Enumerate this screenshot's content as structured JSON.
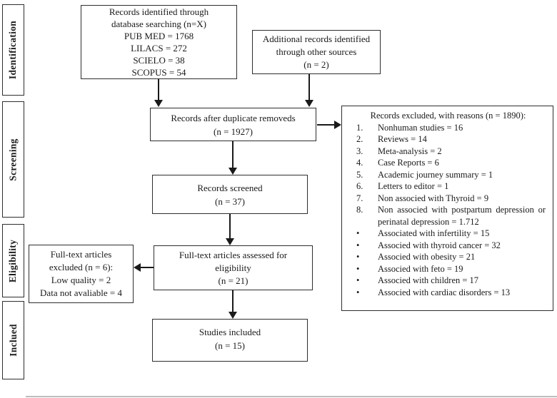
{
  "sidebar": {
    "stages": [
      {
        "label": "Identification"
      },
      {
        "label": "Screening"
      },
      {
        "label": "Eligibility"
      },
      {
        "label": "Inclued"
      }
    ]
  },
  "boxes": {
    "identified": {
      "lines": [
        "Records identified through",
        "database searching (n=X)",
        "PUB MED = 1768",
        "LILACS =  272",
        "SCIELO = 38",
        "SCOPUS = 54"
      ]
    },
    "additional": {
      "line1": "Additional records identified",
      "line2": "through other sources",
      "line3": "(n = 2)"
    },
    "duplicates": {
      "line1": "Records after duplicate removeds",
      "line2": "(n = 1927)"
    },
    "excluded": {
      "title": "Records excluded, with reasons (n = 1890):",
      "items": [
        {
          "marker": "1.",
          "text": "Nonhuman studies = 16"
        },
        {
          "marker": "2.",
          "text": "Reviews = 14"
        },
        {
          "marker": "3.",
          "text": "Meta-analysis = 2"
        },
        {
          "marker": "4.",
          "text": "Case Reports = 6"
        },
        {
          "marker": "5.",
          "text": "Academic journey summary = 1"
        },
        {
          "marker": "6.",
          "text": "Letters to editor = 1"
        },
        {
          "marker": "7.",
          "text": "Non associed with Thyroid = 9"
        },
        {
          "marker": "8.",
          "text": "Non associed with postpartum depression or perinatal depression = 1.712"
        },
        {
          "marker": "•",
          "text": "Associated with infertility = 15"
        },
        {
          "marker": "•",
          "text": "Associed with thyroid cancer = 32"
        },
        {
          "marker": "•",
          "text": "Associed with obesity = 21"
        },
        {
          "marker": "•",
          "text": "Associed with feto = 19"
        },
        {
          "marker": "•",
          "text": "Associed with children = 17"
        },
        {
          "marker": "•",
          "text": "Associed with cardiac disorders = 13"
        }
      ]
    },
    "screened": {
      "line1": "Records screened",
      "line2": "(n = 37)"
    },
    "fulltext": {
      "line1": "Full-text articles assessed for",
      "line2": "eligibility",
      "line3": "(n = 21)"
    },
    "fulltext_excluded": {
      "line1": "Full-text articles",
      "line2": "excluded (n = 6):",
      "line3": "Low quality = 2",
      "line4": "Data not avaliable = 4"
    },
    "included": {
      "line1": "Studies included",
      "line2": "(n = 15)"
    }
  },
  "colors": {
    "border": "#2e2e2e",
    "text": "#1a1a1a",
    "background": "#ffffff"
  }
}
